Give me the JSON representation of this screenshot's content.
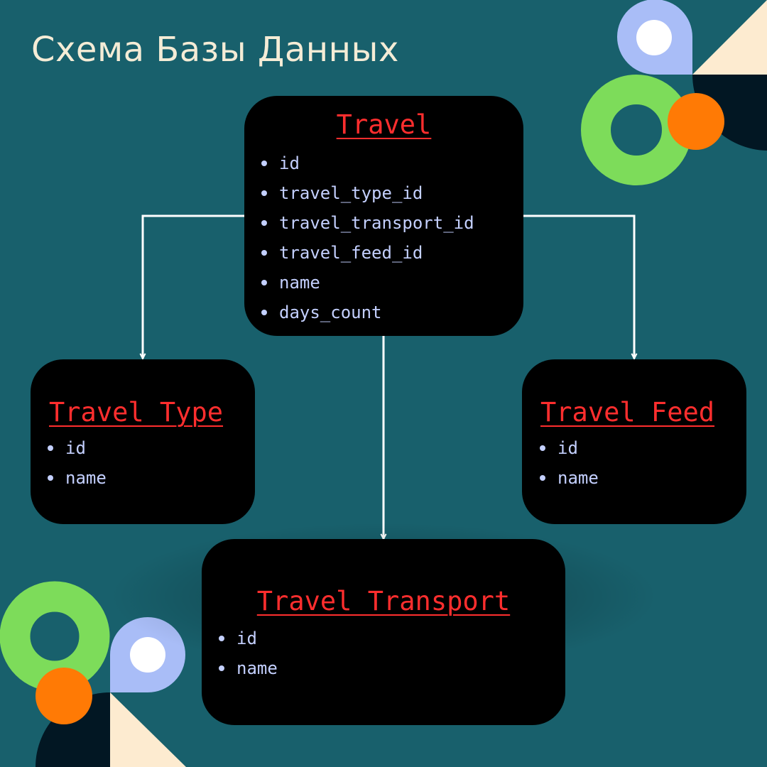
{
  "title": "Схема Базы Данных",
  "colors": {
    "background": "#18606c",
    "box": "#000000",
    "table_name": "#ff2e2e",
    "field_text": "#c4d0ff",
    "title_text": "#f4ecd6",
    "arrow": "#ffffff",
    "deco_green": "#7ddc5a",
    "deco_blue": "#a9bdf7",
    "deco_orange": "#ff7a05",
    "deco_navy": "#021723",
    "deco_cream": "#fdebd0"
  },
  "tables": {
    "travel": {
      "name": "Travel",
      "fields": [
        "id",
        "travel_type_id",
        "travel_transport_id",
        "travel_feed_id",
        "name",
        "days_count"
      ]
    },
    "travel_type": {
      "name": "Travel Type",
      "fields": [
        "id",
        "name"
      ]
    },
    "travel_feed": {
      "name": "Travel Feed",
      "fields": [
        "id",
        "name"
      ]
    },
    "travel_transport": {
      "name": "Travel Transport",
      "fields": [
        "id",
        "name"
      ]
    }
  },
  "relations": [
    {
      "from": "travel",
      "to": "travel_type"
    },
    {
      "from": "travel",
      "to": "travel_feed"
    },
    {
      "from": "travel",
      "to": "travel_transport"
    }
  ]
}
